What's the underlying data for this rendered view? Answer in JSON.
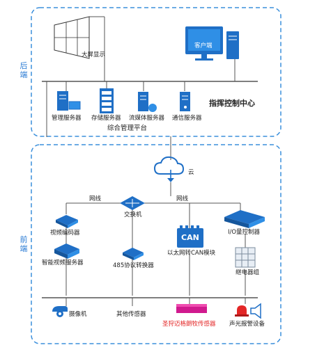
{
  "back_end": {
    "section_label": "后端",
    "video_wall_label": "大屏显示",
    "client_label": "客户端",
    "control_center_label": "指挥控制中心",
    "servers": [
      {
        "label": "管理服务器",
        "icon": "management-server-icon"
      },
      {
        "label": "存储服务器",
        "icon": "storage-server-icon"
      },
      {
        "label": "流媒体服务器",
        "icon": "streaming-server-icon"
      },
      {
        "label": "通信服务器",
        "icon": "communication-server-icon"
      }
    ],
    "platform_label": "综合管理平台"
  },
  "front_end": {
    "section_label": "前端",
    "cloud_label": "云",
    "link_label_left": "网线",
    "link_label_right": "网线",
    "switch_label": "交换机",
    "video_encoder_label": "视频编码器",
    "smart_video_server_label": "智能视频服务器",
    "converter_485_label": "485协议转换器",
    "can_module_text": "CAN",
    "can_module_label": "以太网转CAN模块",
    "io_controller_label": "I/O量控制器",
    "relay_group_label": "继电器组",
    "camera_label": "摄像机",
    "other_sensor_label": "其他传感器",
    "fire_sensor_label": "圣狩迈格朗牧传感器",
    "alarm_label": "声光报警设备"
  },
  "colors": {
    "frame_dash": "#3a8fdc",
    "accent_blue": "#1f6fc6",
    "line_gray": "#555555",
    "highlight_red": "#e32626"
  }
}
